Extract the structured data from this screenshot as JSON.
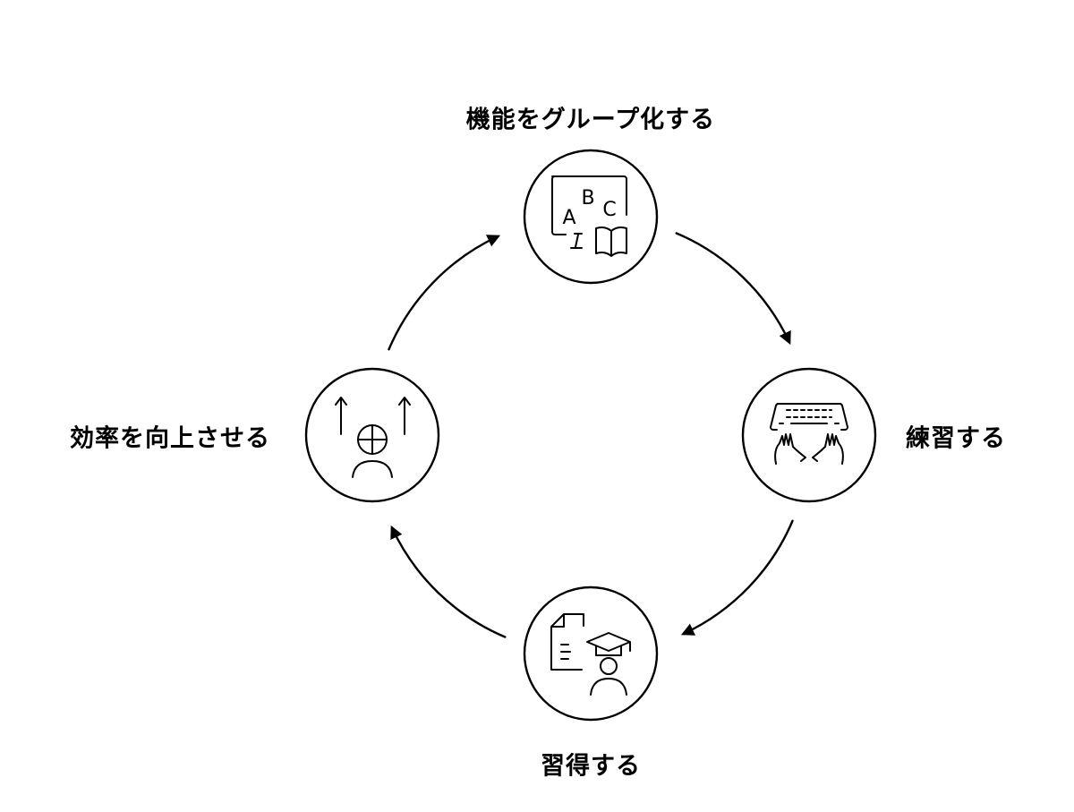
{
  "diagram": {
    "type": "cycle",
    "stroke_color": "#000000",
    "steps": [
      {
        "label": "機能をグループ化する",
        "icon": "abc-board-book-icon"
      },
      {
        "label": "練習する",
        "icon": "keyboard-hands-icon"
      },
      {
        "label": "習得する",
        "icon": "graduate-document-icon"
      },
      {
        "label": "効率を向上させる",
        "icon": "person-arrows-up-icon"
      }
    ],
    "abc_letters": [
      "A",
      "B",
      "C"
    ]
  }
}
